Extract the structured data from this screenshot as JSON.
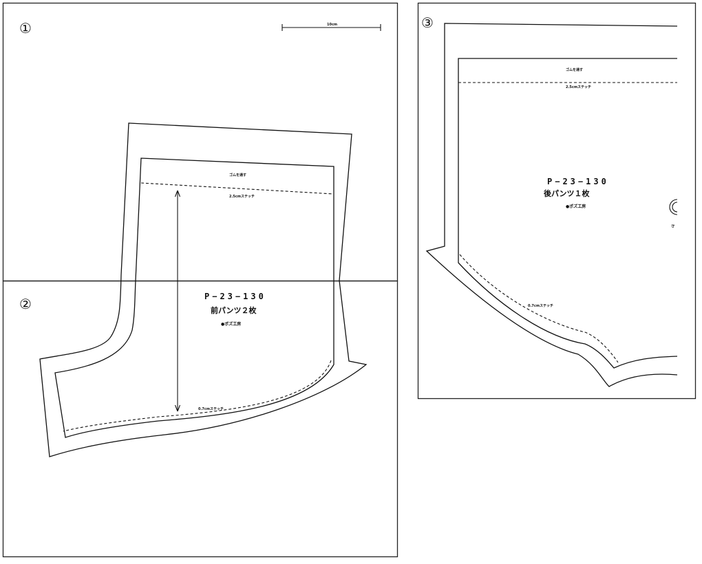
{
  "page_numbers": {
    "first": "①",
    "second": "②",
    "third": "③"
  },
  "scale_bar": {
    "label": "10cm"
  },
  "front_piece": {
    "pattern_code": "P−23−130",
    "piece_name": "前パンツ２枚",
    "brand": "●ポズ工房",
    "waist_note": "ゴムを通す",
    "waist_stitch": "2.5cmステッチ",
    "crotch_stitch": "0.7cmステッチ"
  },
  "back_piece": {
    "pattern_code": "P−23−130",
    "piece_name": "後パンツ１枚",
    "brand": "●ポズ工房",
    "waist_note": "ゴムを通す",
    "waist_stitch": "2.5cmステッチ",
    "crotch_stitch": "0.7cmステッチ",
    "fold_note": "わ"
  }
}
